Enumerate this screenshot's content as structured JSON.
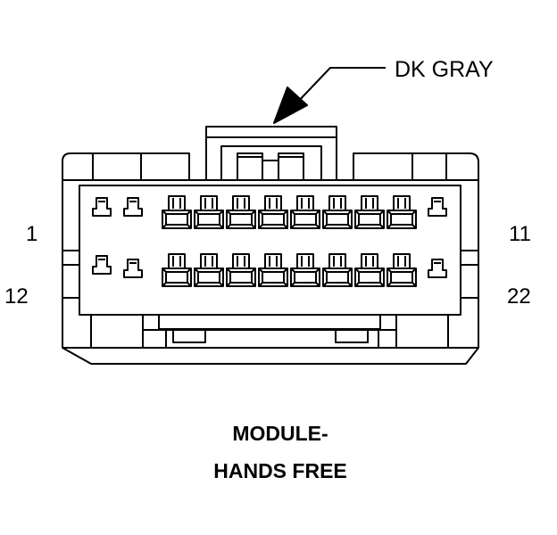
{
  "color_label": "DK GRAY",
  "pin_labels": {
    "top_left": "1",
    "top_right": "11",
    "bottom_left": "12",
    "bottom_right": "22"
  },
  "title_lines": [
    "MODULE-",
    "HANDS FREE"
  ],
  "connector": {
    "pins_per_row": 11,
    "rows": 2
  }
}
